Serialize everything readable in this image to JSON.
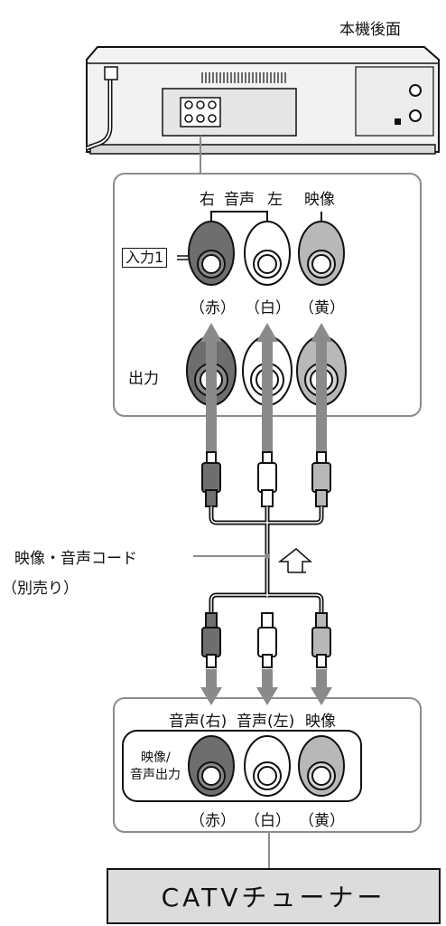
{
  "vcr": {
    "rear_label": "本機後面"
  },
  "vcr_panel": {
    "audio_label": "音声",
    "right_label": "右",
    "left_label": "左",
    "video_label": "映像",
    "input_tag": "入力1",
    "output_label": "出力",
    "colors": [
      "（赤）",
      "（白）",
      "（黄）"
    ]
  },
  "cable": {
    "name": "映像・音声コード",
    "sold_separately": "（別売り）"
  },
  "tuner_panel": {
    "audio_right": "音声(右)",
    "audio_left": "音声(左)",
    "video": "映像",
    "av_output_line1": "映像/",
    "av_output_line2": "音声出力",
    "colors": [
      "（赤）",
      "（白）",
      "（黄）"
    ]
  },
  "tuner": {
    "name": "CATVチューナー"
  },
  "palette": {
    "red_jack": "#6e6e6e",
    "white_jack": "#ffffff",
    "yellow_jack": "#b8b8b8",
    "arrow": "#8a8a8a",
    "panel_border": "#8c8c8c",
    "tuner_fill": "#dcdcdc"
  }
}
